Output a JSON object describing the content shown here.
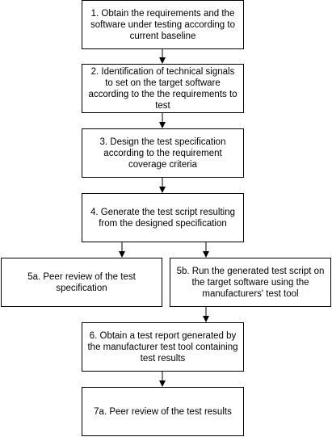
{
  "steps": {
    "s1": "1. Obtain the requirements and the software under testing according to current baseline",
    "s2": "2. Identification of technical signals to set on the target software according to the the requirements to test",
    "s3": "3. Design the test specification according to the requirement coverage criteria",
    "s4": "4. Generate the test script resulting from the designed specification",
    "s5a": "5a. Peer review of the test specification",
    "s5b": "5b. Run the generated test script on the target software using the manufacturers' test tool",
    "s6": "6. Obtain a test report generated by the manufacturer test tool containing test results",
    "s7": "7a. Peer review of the test results"
  },
  "colors": {
    "stroke": "#000000",
    "fill": "#ffffff",
    "text": "#000000"
  }
}
